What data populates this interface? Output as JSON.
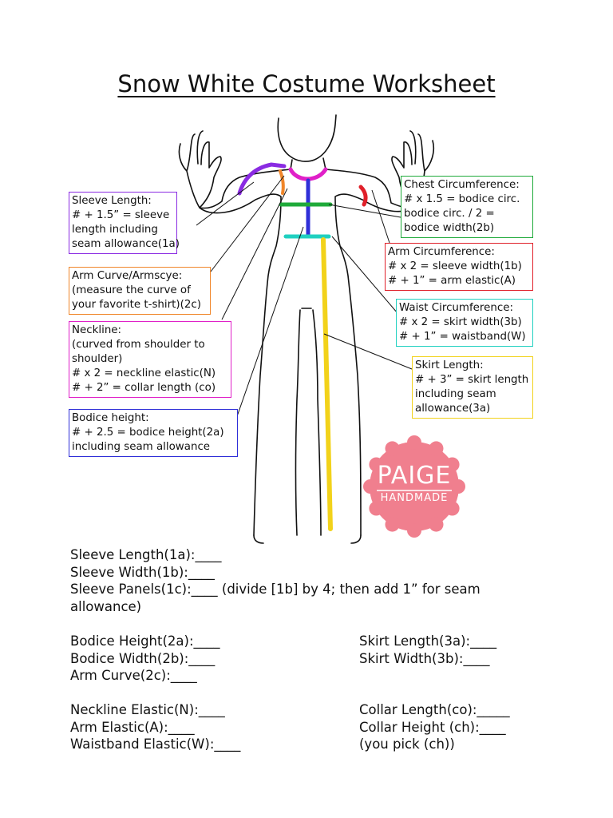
{
  "title": "Snow White Costume Worksheet",
  "colors": {
    "sleeve_length": "#8a2be2",
    "arm_curve": "#f0862a",
    "neckline": "#e020c8",
    "bodice_height": "#2f2fd8",
    "chest": "#1faa3a",
    "arm_circ": "#e0202a",
    "waist": "#20d0c0",
    "skirt_length": "#f2d21a",
    "logo": "#f07f8e"
  },
  "boxes": {
    "sleeve_length": [
      "Sleeve Length:",
      "# + 1.5” = sleeve",
      "length including",
      "seam allowance(1a)"
    ],
    "arm_curve": [
      "Arm Curve/Armscye:",
      "(measure the curve of",
      "your favorite t-shirt)(2c)"
    ],
    "neckline": [
      "Neckline:",
      "(curved from shoulder to",
      "shoulder)",
      "# x 2 = neckline elastic(N)",
      "# + 2” = collar length (co)"
    ],
    "bodice_height": [
      "Bodice height:",
      "# + 2.5 = bodice height(2a)",
      "including seam allowance"
    ],
    "chest": [
      "Chest Circumference:",
      "# x 1.5 = bodice circ.",
      "bodice circ. / 2 =",
      "bodice width(2b)"
    ],
    "arm_circ": [
      "Arm Circumference:",
      "# x 2 = sleeve width(1b)",
      "# + 1” = arm elastic(A)"
    ],
    "waist": [
      "Waist Circumference:",
      "# x 2 = skirt width(3b)",
      "# + 1” = waistband(W)"
    ],
    "skirt_length": [
      "Skirt Length:",
      "# + 3” = skirt length",
      "including seam",
      "allowance(3a)"
    ]
  },
  "logo": {
    "line1": "PAIGE",
    "line2": "HANDMADE"
  },
  "worksheet": {
    "top": [
      "Sleeve Length(1a):____",
      "Sleeve Width(1b):____",
      "Sleeve Panels(1c):____ (divide [1b] by 4; then add 1” for seam",
      "allowance)"
    ],
    "left": [
      "Bodice Height(2a):____",
      "Bodice Width(2b):____",
      "Arm Curve(2c):____",
      "",
      "Neckline Elastic(N):____",
      "Arm Elastic(A):____",
      "Waistband Elastic(W):____"
    ],
    "right": [
      "Skirt Length(3a):____",
      "Skirt Width(3b):____",
      "",
      "",
      "Collar Length(co):_____",
      "Collar Height (ch):____",
      "(you pick (ch))"
    ]
  }
}
